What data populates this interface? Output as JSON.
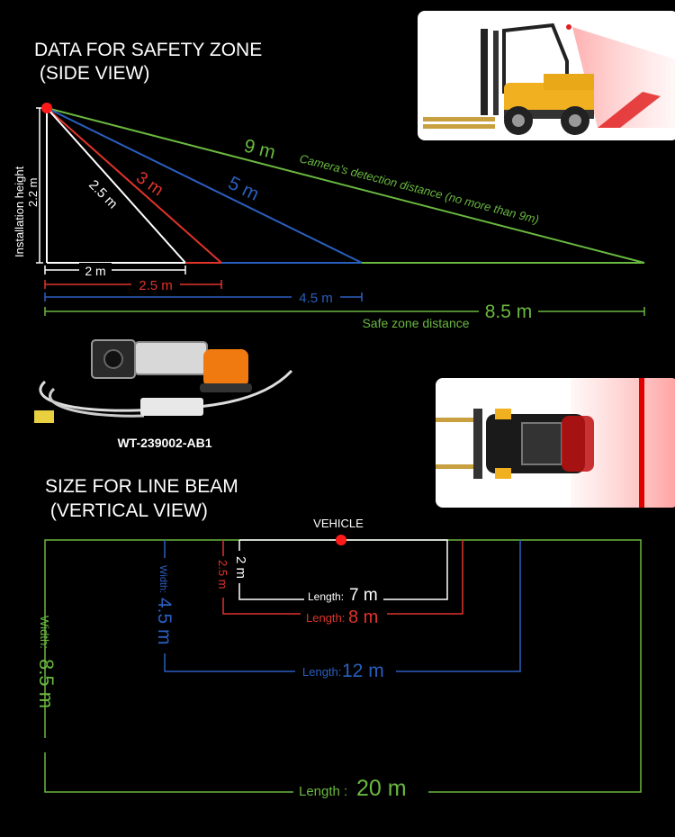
{
  "colors": {
    "background": "#000000",
    "white": "#ffffff",
    "red": "#e0332a",
    "blue": "#2a5fc0",
    "green": "#6ab840",
    "dot": "#ff1a1a"
  },
  "side_view": {
    "title_line1": "DATA FOR SAFETY ZONE",
    "title_line2": " (SIDE VIEW)",
    "height_label": "Installation height",
    "height_value": "2.2 m",
    "beams": [
      {
        "distance": "2.5 m",
        "color_key": "white"
      },
      {
        "distance": "3 m",
        "color_key": "red"
      },
      {
        "distance": "5 m",
        "color_key": "blue"
      },
      {
        "distance": "9 m",
        "color_key": "green"
      }
    ],
    "detection_note": "Camera's detection distance (no more than 9m)",
    "ground_distances": [
      "2 m",
      "2.5 m",
      "4.5 m",
      "8.5 m"
    ],
    "safe_zone_label": "Safe zone distance"
  },
  "product": {
    "model": "WT-239002-AB1"
  },
  "vertical_view": {
    "title_line1": "SIZE FOR LINE BEAM",
    "title_line2": " (VERTICAL VIEW)",
    "vehicle_label": "VEHICLE",
    "zones": [
      {
        "color_key": "white",
        "width_prefix": "",
        "width": "2 m",
        "length_prefix": "Length:",
        "length": "7 m"
      },
      {
        "color_key": "red",
        "width_prefix": "",
        "width": "2.5 m",
        "length_prefix": "Length:",
        "length": "8 m"
      },
      {
        "color_key": "blue",
        "width_prefix": "Width:",
        "width": "4.5 m",
        "length_prefix": "Length:",
        "length": "12 m"
      },
      {
        "color_key": "green",
        "width_prefix": "Width:",
        "width": "8.5 m",
        "length_prefix": "Length :",
        "length": "20 m"
      }
    ]
  },
  "icons": {
    "forklift_side": "forklift-side-illustration",
    "forklift_top": "forklift-top-illustration",
    "camera_kit": "camera-light-kit-illustration"
  }
}
